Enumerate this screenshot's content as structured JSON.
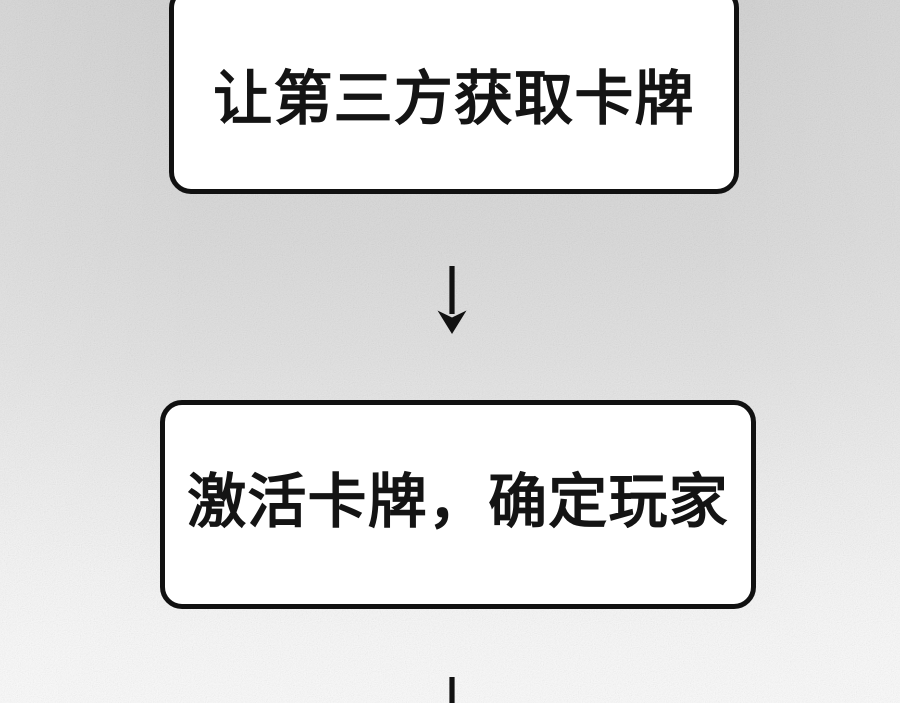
{
  "diagram": {
    "type": "flowchart",
    "orientation": "vertical",
    "background_color": "#dcdcdc",
    "box_border_color": "#111111",
    "box_fill_color": "#ffffff",
    "text_color": "#141414",
    "nodes": [
      {
        "id": "node-1",
        "label": "让第三方获取卡牌",
        "shape": "rounded-rectangle"
      },
      {
        "id": "node-2",
        "label": "激活卡牌，确定玩家",
        "shape": "rounded-rectangle"
      }
    ],
    "connectors": [
      {
        "id": "connector-1",
        "from": "node-1",
        "to": "node-2",
        "direction": "down",
        "style": "solid-arrow",
        "color": "#111111"
      },
      {
        "id": "connector-2",
        "from": "node-2",
        "to": "offscreen",
        "direction": "down",
        "style": "solid-arrow-truncated",
        "color": "#111111"
      }
    ]
  }
}
